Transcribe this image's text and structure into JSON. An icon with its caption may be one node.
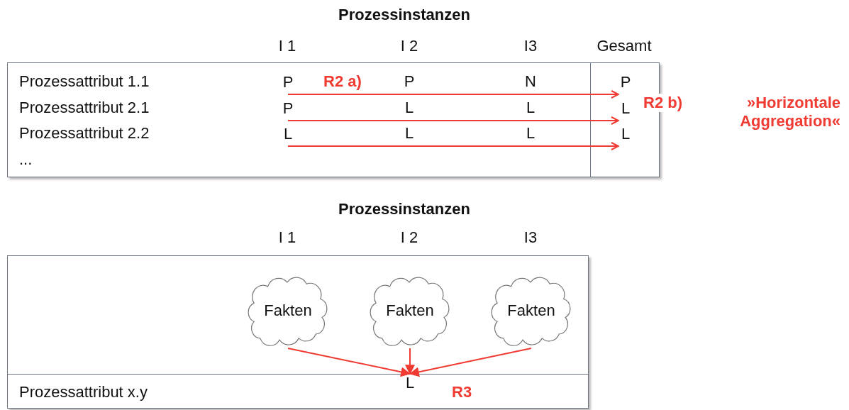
{
  "diagram": {
    "nodes": [
      {
        "text": [],
        "shape": "box"
      },
      {
        "text": [
          "P"
        ],
        "in": 0
      },
      {
        "text": [
          "P"
        ],
        "in": 0
      },
      {
        "text": [
          "P"
        ],
        "in": 0
      },
      {
        "text": [
          "L"
        ],
        "in": 0
      },
      {
        "text": [
          "L"
        ],
        "in": 0
      },
      {
        "text": [
          "L"
        ],
        "in": 0
      },
      {
        "text": [],
        "shape": "box"
      },
      {
        "text": [
          "Fakten"
        ],
        "in": 7
      },
      {
        "text": [
          "Fakten"
        ],
        "in": 7
      },
      {
        "text": [
          "Fakten"
        ],
        "in": 7
      },
      {
        "text": [
          "L"
        ],
        "in": 7
      }
    ],
    "edges": [
      {
        "from": 1,
        "to": 2,
        "arrow": "to"
      },
      {
        "from": 3,
        "to": 4,
        "arrow": "to"
      },
      {
        "from": 5,
        "to": 6,
        "arrow": "to"
      },
      {
        "from": 8,
        "to": 11,
        "arrow": "to"
      },
      {
        "from": 9,
        "to": 11,
        "arrow": "to"
      },
      {
        "from": 10,
        "to": 11,
        "arrow": "to"
      }
    ],
    "labels": [
      "Prozessinstanzen",
      "I 1",
      "I 2",
      "I3",
      "Gesamt",
      "Prozessattribut 1.1",
      "R2 a)",
      "P",
      "N",
      "Prozessattribut 2.1",
      "L",
      "L",
      "Prozessattribut 2.2",
      "L",
      "L",
      "...",
      "R2 b)",
      "»Horizontale Aggregation«",
      "Prozessinstanzen",
      "I 1",
      "I 2",
      "I3",
      "Prozessattribut x.y",
      "R3"
    ]
  }
}
